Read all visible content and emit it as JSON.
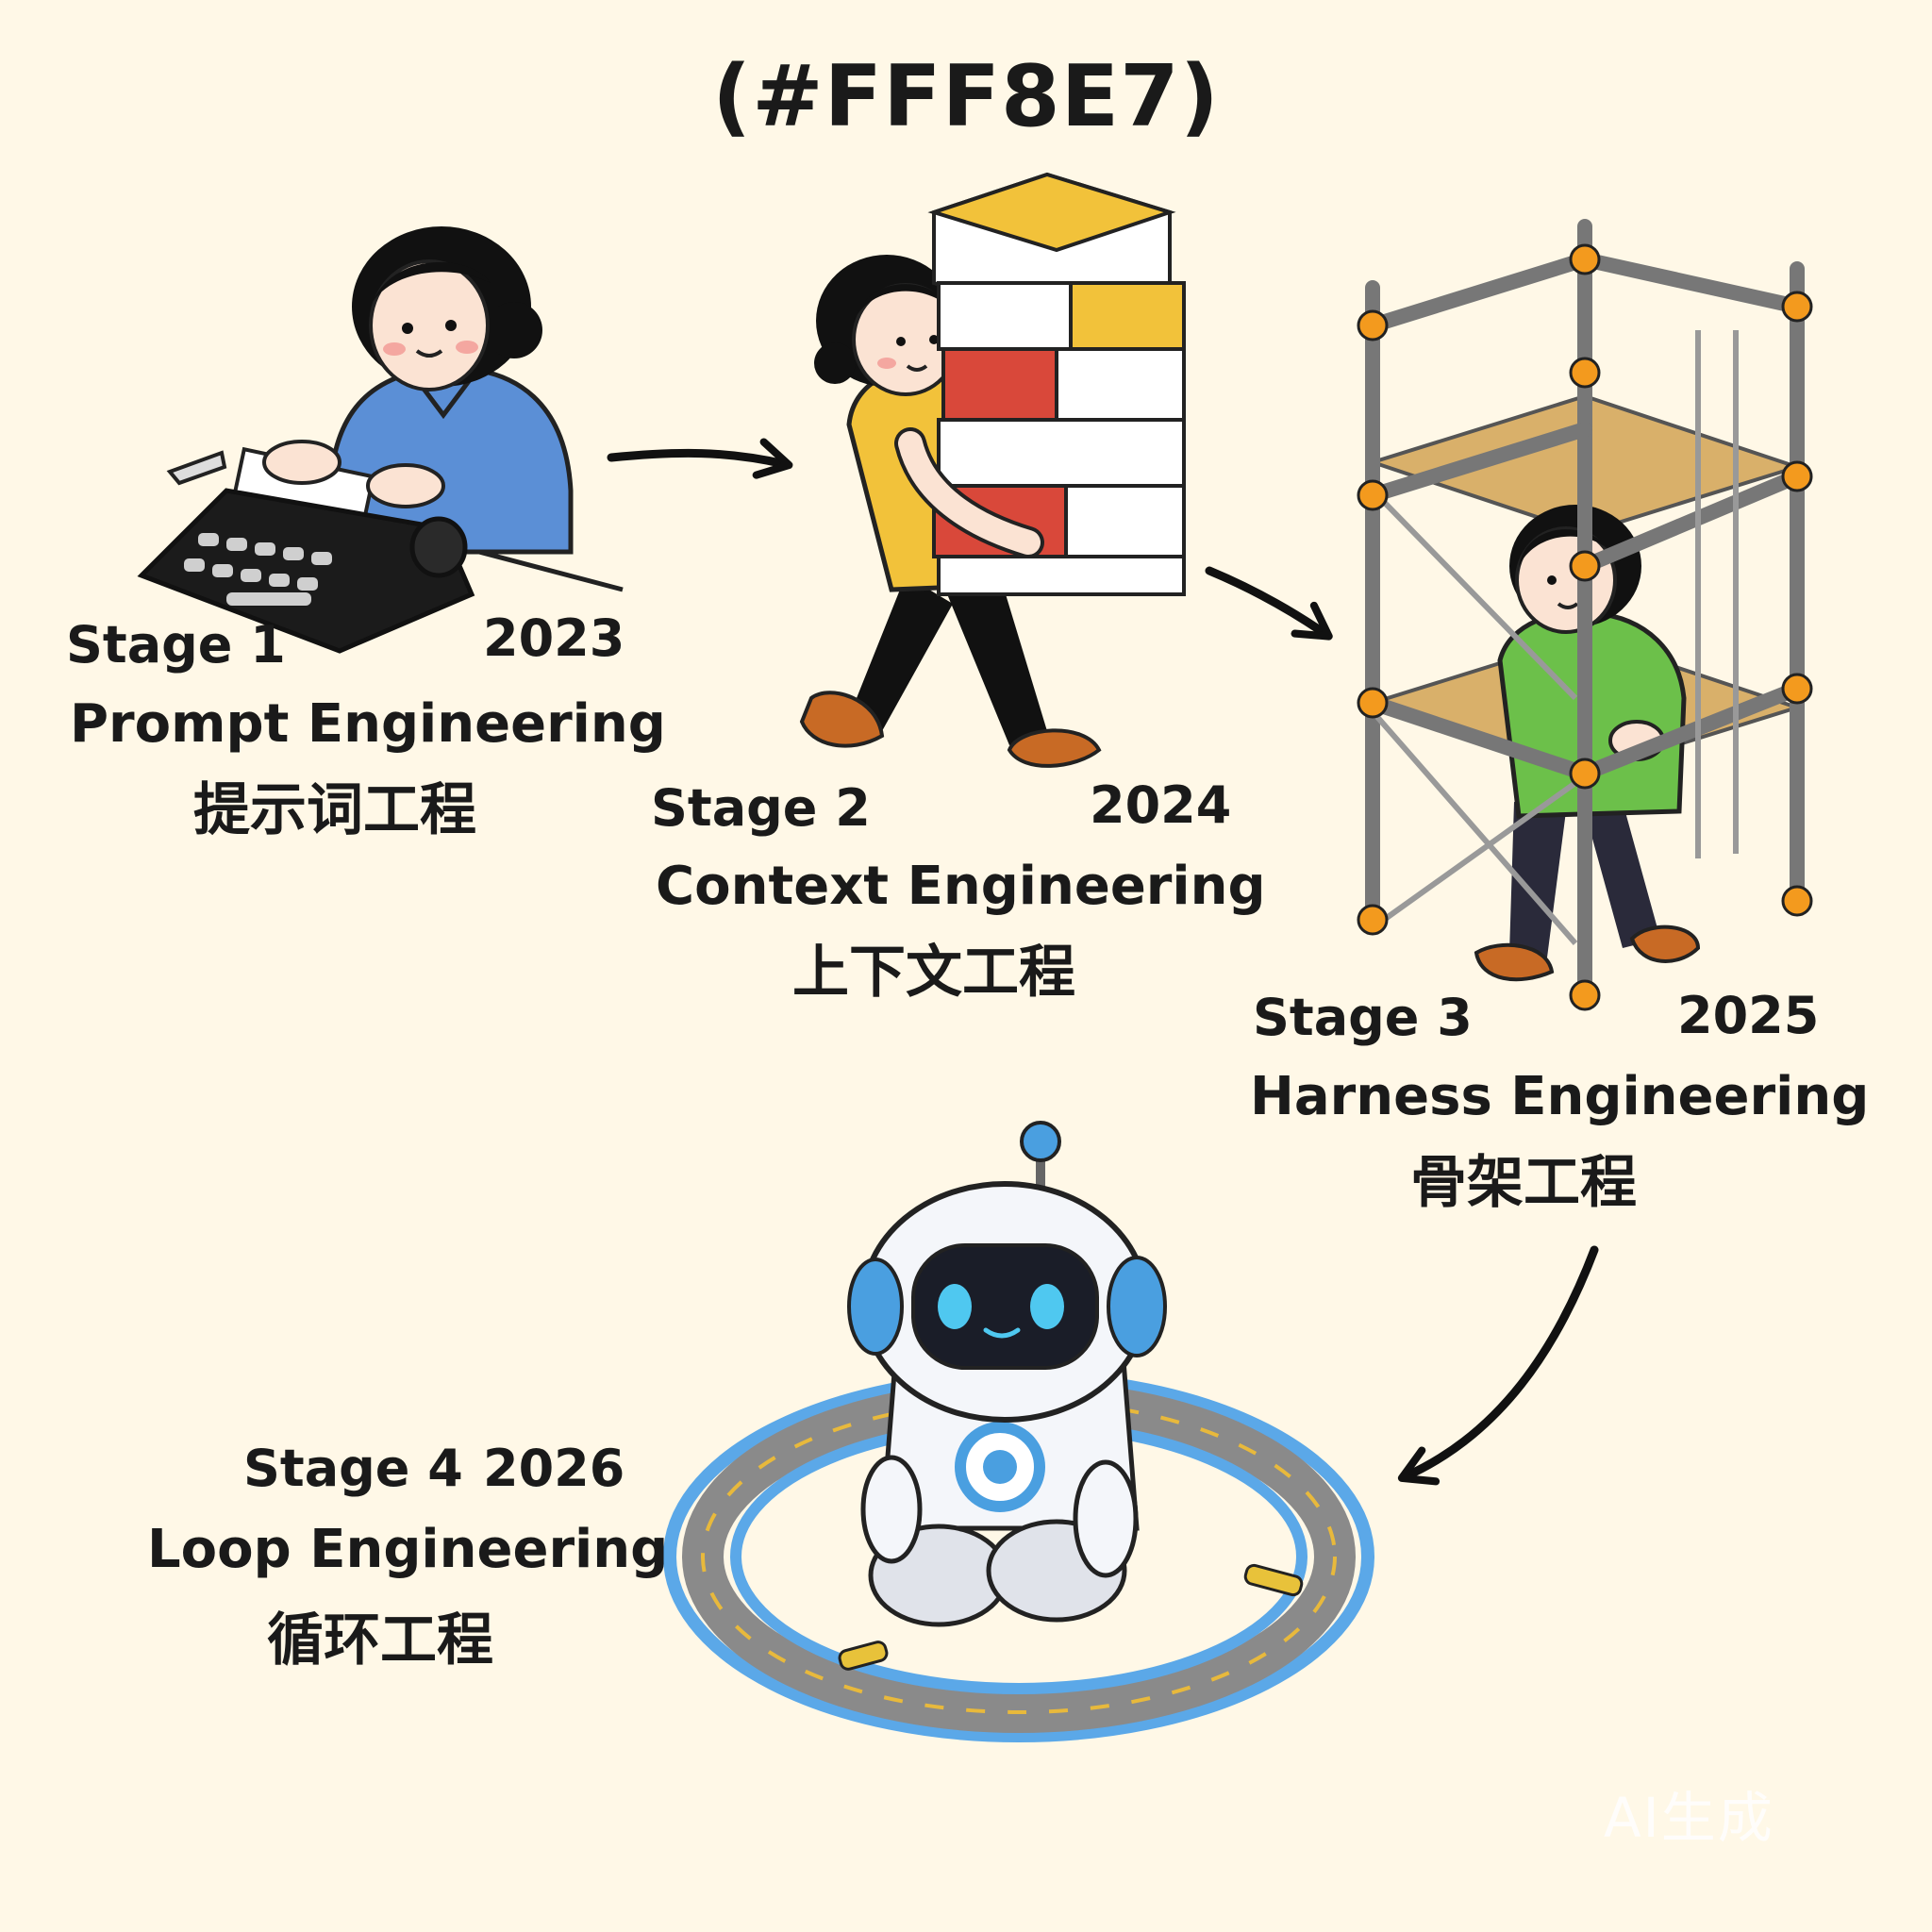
{
  "title": "(#FFF8E7)",
  "colors": {
    "background": "#FFF8E7",
    "stage1_shirt": "#5B8FD6",
    "stage2_shirt": "#F2C23A",
    "stage3_shirt": "#6CC04A",
    "scaffold_joint": "#F39A1E",
    "robot_accent": "#4A9FE0",
    "track_blue": "#5BA8E8"
  },
  "stages": [
    {
      "label": "Stage 1",
      "year": "2023",
      "name": "Prompt Engineering",
      "name_cn": "提示词工程",
      "icon": "typewriter-icon"
    },
    {
      "label": "Stage 2",
      "year": "2024",
      "name": "Context Engineering",
      "name_cn": "上下文工程",
      "icon": "book-stack-icon"
    },
    {
      "label": "Stage 3",
      "year": "2025",
      "name": "Harness Engineering",
      "name_cn": "骨架工程",
      "icon": "scaffold-icon"
    },
    {
      "label": "Stage 4",
      "year": "2026",
      "name": "Loop Engineering",
      "name_cn": "循环工程",
      "icon": "robot-loop-icon"
    }
  ],
  "watermark": "AI生成"
}
